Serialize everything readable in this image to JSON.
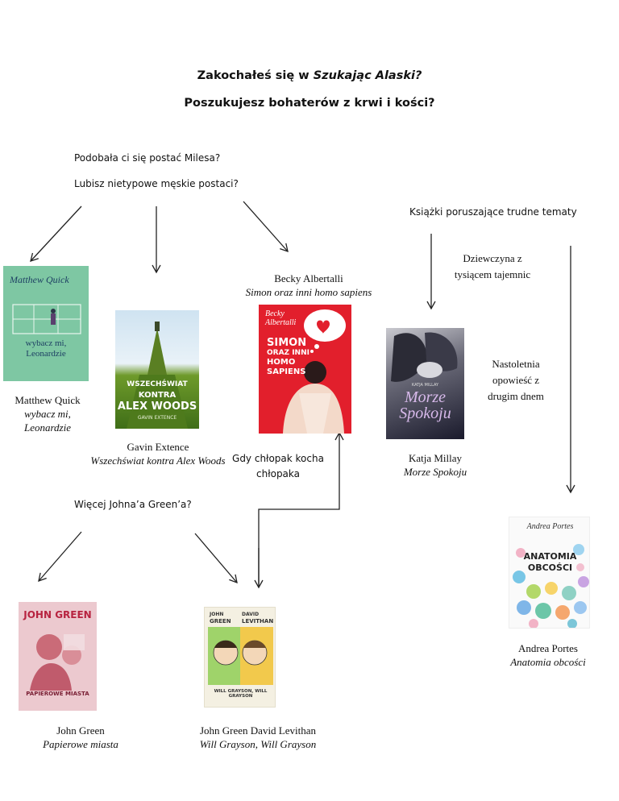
{
  "header": {
    "title_prefix": "Zakochałeś się w ",
    "title_italic": "Szukając Alaski?",
    "subtitle": "Poszukujesz bohaterów z krwi i kości?"
  },
  "questions": {
    "miles": "Podobała ci się postać Milesa?",
    "male_characters": "Lubisz nietypowe męskie postaci?",
    "hard_topics": "Książki poruszające trudne tematy",
    "boy_loves_boy_line1": "Gdy chłopak kocha",
    "boy_loves_boy_line2": "chłopaka",
    "more_green": "Więcej Johna’a Green’a?",
    "girl_secrets_line1": "Dziewczyna z",
    "girl_secrets_line2": "tysiącem tajemnic",
    "teen_story_line1": "Nastoletnia",
    "teen_story_line2": "opowieść z",
    "teen_story_line3": "drugim dnem"
  },
  "books": {
    "quick": {
      "author": "Matthew Quick",
      "title_line1": "wybacz mi,",
      "title_line2": "Leonardzie",
      "cover_author": "Matthew Quick",
      "cover_title_line1": "wybacz mi,",
      "cover_title_line2": "Leonardzie",
      "cover_color": "#7ec7a3"
    },
    "extence": {
      "author": "Gavin Extence",
      "title": "Wszechświat kontra Alex Woods",
      "cover_title_line1": "WSZECHŚWIAT",
      "cover_title_line2": "KONTRA",
      "cover_title_line3": "ALEX WOODS",
      "cover_author": "GAVIN EXTENCE"
    },
    "albertalli": {
      "author": "Becky Albertalli",
      "title": "Simon oraz inni homo sapiens",
      "cover_author_line1": "Becky",
      "cover_author_line2": "Albertalli",
      "cover_title_line1": "SIMON",
      "cover_title_line2": "ORAZ INNI",
      "cover_title_line3": "HOMO",
      "cover_title_line4": "SAPIENS",
      "cover_color": "#e21f2c"
    },
    "millay": {
      "author": "Katja Millay",
      "title": "Morze Spokoju",
      "cover_author": "KATJA MILLAY",
      "cover_title_line1": "Morze",
      "cover_title_line2": "Spokoju"
    },
    "portes": {
      "author": "Andrea Portes",
      "title": "Anatomia obcości",
      "cover_author": "Andrea Portes",
      "cover_title_line1": "ANATOMIA",
      "cover_title_line2": "OBCOŚCI"
    },
    "green": {
      "author": "John Green",
      "title": "Papierowe miasta",
      "cover_author": "JOHN GREEN",
      "cover_title": "PAPIEROWE MIASTA",
      "cover_color": "#ecc9cf"
    },
    "green_levithan": {
      "author": "John Green David Levithan",
      "title": "Will Grayson, Will Grayson",
      "cover_author_1a": "JOHN",
      "cover_author_1b": "GREEN",
      "cover_author_2a": "DAVID",
      "cover_author_2b": "LEVITHAN",
      "cover_title": "WILL GRAYSON, WILL GRAYSON"
    }
  },
  "colors": {
    "text": "#111111",
    "arrow": "#222222"
  }
}
